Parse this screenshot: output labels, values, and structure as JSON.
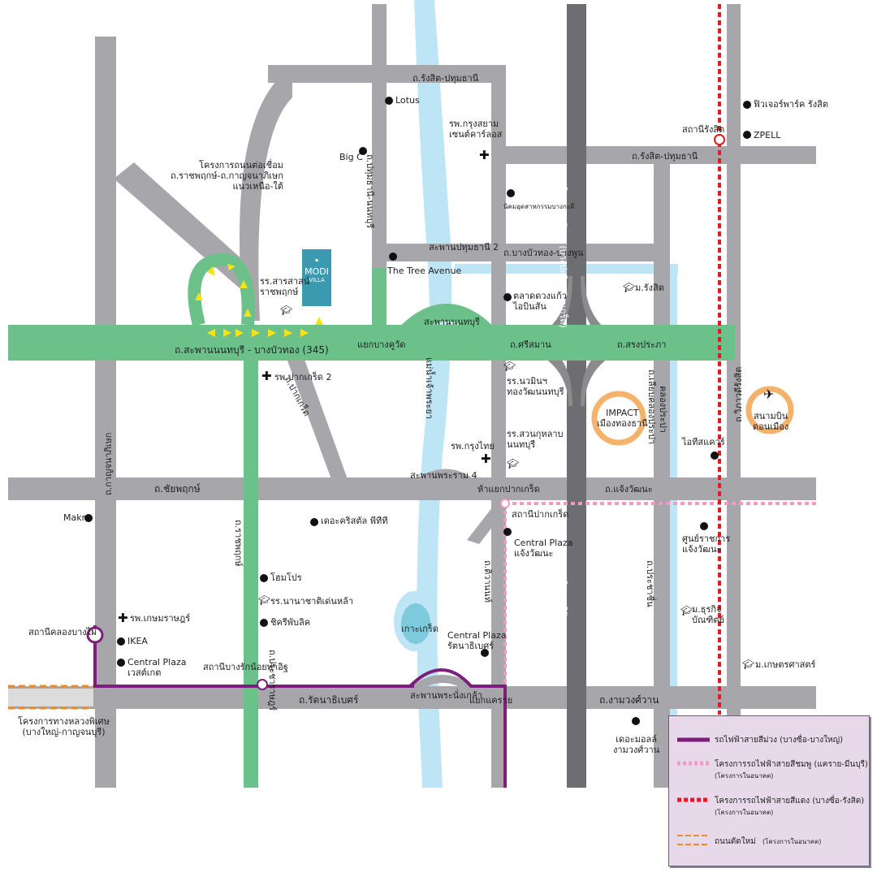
{
  "roads": {
    "main_highway": "ถ.สะพานนนทบุรี - บางบัวทอง (345)",
    "rangsit_pathum_top": "ถ.รังสิต-ปทุมธานี",
    "rangsit_pathum_right": "ถ.รังสิต-ปทุมธานี",
    "bangbuathong_bangpoon": "ถ.บางบัวทอง-บางพูน",
    "pathum_bridge_2": "สะพานปทุมธานี 2",
    "nonthaburi_bridge": "สะพานนนทบุรี",
    "yaek_bangkhuwat": "แยกบางคูวัด",
    "si_saman": "ถ.ศรีสมาน",
    "song_prapa_road": "ถ.สรงประภา",
    "chaiyaphruek": "ถ.ชัยพฤกษ์",
    "phra_ram4_bridge": "สะพานพระราม 4",
    "yaek_pak_kret": "ห้าแยกปากเกร็ด",
    "chaeng_watthana": "ถ.แจ้งวัฒนะ",
    "rattanathibet": "ถ.รัตนาธิเบศร์",
    "phra_nangklao_bridge": "สะพานพระนั่งเกล้า",
    "yaek_khae_rai": "แยกแคราย",
    "ngam_wong_wan": "ถ.งามวงศ์วาน",
    "kanchanaphisek": "ถ.กาญจนาภิเษก",
    "ratchaphruek": "ถ.ราชพฤกษ์",
    "pathum_nonthaburi_road": "ถ.ปทุมธานี-นนทบุรี",
    "chao_phraya_river": "แม่น้ำเจ้าพระยา",
    "bang_pa_in_tollway": "ทางพิเศษอุดรรัถยา (บางปะอิน-ปากเกร็ด)",
    "chaloem_maha_nakhon_tollway": "ทางพิเศษศรีรัช",
    "vibhavadi": "ถ.วิภาวดีรังสิต",
    "prachachuen": "ถ.ประชาชื่น",
    "lieb_klong_prapa": "ถ.เลียบคลองประปา",
    "khlong_prapa": "คลองประปา",
    "tiwanon": "ถ.ติวานนท์",
    "pak_kret_road": "ถ.ปากเกร็ด",
    "pracha_rat": "ถ.ประชาราษฎร์",
    "connect_project": "โครงการถนนต่อเชื่อม\nถ.ราชพฤกษ์-ถ.กาญจนาภิเษก\nแนวเหนือ-ใต้",
    "motorway_project": "โครงการทางหลวงพิเศษ\n(บางใหญ่-กาญจนบุรี)"
  },
  "project": {
    "brand": "MODI",
    "sub": "VILLA"
  },
  "pois": [
    {
      "label": "Lotus",
      "icon": "dot"
    },
    {
      "label": "Big C",
      "icon": "dot"
    },
    {
      "label": "รพ.กรุงสยาม\nเซนต์คาร์ลอส",
      "icon": "hospital"
    },
    {
      "label": "นิคมอุตสาหกรรมบางกะดี",
      "icon": "dot"
    },
    {
      "label": "The Tree Avenue",
      "icon": "dot"
    },
    {
      "label": "รร.สารสาสน์\nราชพฤกษ์",
      "icon": "school"
    },
    {
      "label": "ตลาดดวงแก้ว\nไอบินสัน",
      "icon": "dot"
    },
    {
      "label": "ม.รังสิต",
      "icon": "school"
    },
    {
      "label": "ฟิวเจอร์พาร์ค รังสิต",
      "icon": "dot"
    },
    {
      "label": "ZPELL",
      "icon": "dot"
    },
    {
      "label": "รพ.ปากเกร็ด 2",
      "icon": "hospital"
    },
    {
      "label": "รร.นวมินฯ\nทองวัฒนนทบุรี",
      "icon": "school"
    },
    {
      "label": "รพ.กรุงไทย",
      "icon": "hospital"
    },
    {
      "label": "รร.สวนกุหลาบ\nนนทบุรี",
      "icon": "school"
    },
    {
      "label": "IMPACT\nเมืองทองธานี",
      "icon": "ring"
    },
    {
      "label": "ไอทีสแควร์",
      "icon": "dot"
    },
    {
      "label": "สนามบิน\nดอนเมือง",
      "icon": "airport"
    },
    {
      "label": "Makro",
      "icon": "dot"
    },
    {
      "label": "เดอะคริสตัล  พีทีที",
      "icon": "dot"
    },
    {
      "label": "สถานีปากเกร็ด",
      "icon": "none"
    },
    {
      "label": "Central Plaza\nแจ้งวัฒนะ",
      "icon": "dot"
    },
    {
      "label": "ศูนย์ราชการ\nแจ้งวัฒนะ",
      "icon": "dot"
    },
    {
      "label": "โฮมโปร",
      "icon": "dot"
    },
    {
      "label": "รร.นานาชาติเด่นหล้า",
      "icon": "school"
    },
    {
      "label": "ชิครีพับลิค",
      "icon": "dot"
    },
    {
      "label": "ม.ธุรกิจ\nบัณฑิตย์",
      "icon": "school"
    },
    {
      "label": "รพ.เกษมราษฎร์",
      "icon": "hospital"
    },
    {
      "label": "IKEA",
      "icon": "dot"
    },
    {
      "label": "Central Plaza\nเวสต์เกต",
      "icon": "dot"
    },
    {
      "label": "เกาะเกร็ด",
      "icon": "island"
    },
    {
      "label": "Central Plaza\nรัตนาธิเบศร์",
      "icon": "dot"
    },
    {
      "label": "ม.เกษตรศาสตร์",
      "icon": "school"
    },
    {
      "label": "เดอะมอลล์\nงามวงศ์วาน",
      "icon": "dot"
    }
  ],
  "stations": {
    "khlong_bang_phai": "สถานีคลองบางไผ่",
    "bang_rak_noi_tha_it": "สถานีบางรักน้อยท่าอิฐ",
    "rangsit": "สถานีรังสิต",
    "pak_kret": "สถานีปากเกร็ด"
  },
  "legend": {
    "items": [
      {
        "label": "รถไฟฟ้าสายสีม่วง (บางซื่อ-บางใหญ่)",
        "note": "",
        "color": "#7a1f7a",
        "style": "solid"
      },
      {
        "label": "โครงการรถไฟฟ้าสายสีชมพู (แคราย-มีนบุรี)",
        "note": "(โครงการในอนาคต)",
        "color": "#f29ac2",
        "style": "dotted"
      },
      {
        "label": "โครงการรถไฟฟ้าสายสีแดง (บางซื่อ-รังสิต)",
        "note": "(โครงการในอนาคต)",
        "color": "#e21b23",
        "style": "dotted"
      },
      {
        "label": "ถนนตัดใหม่",
        "note": "(โครงการในอนาคต)",
        "color": "#f08a24",
        "style": "dashed"
      }
    ]
  },
  "colors": {
    "road": "#a7a6aa",
    "tollway": "#6d6e71",
    "green_road": "#6cc08a",
    "river": "#bde5f6",
    "purple_line": "#7a1f7a",
    "pink_line": "#f29ac2",
    "red_line": "#e21b23",
    "orange_ring": "#f4b26b",
    "new_road": "#f08a24",
    "arrow": "#f6e315"
  }
}
